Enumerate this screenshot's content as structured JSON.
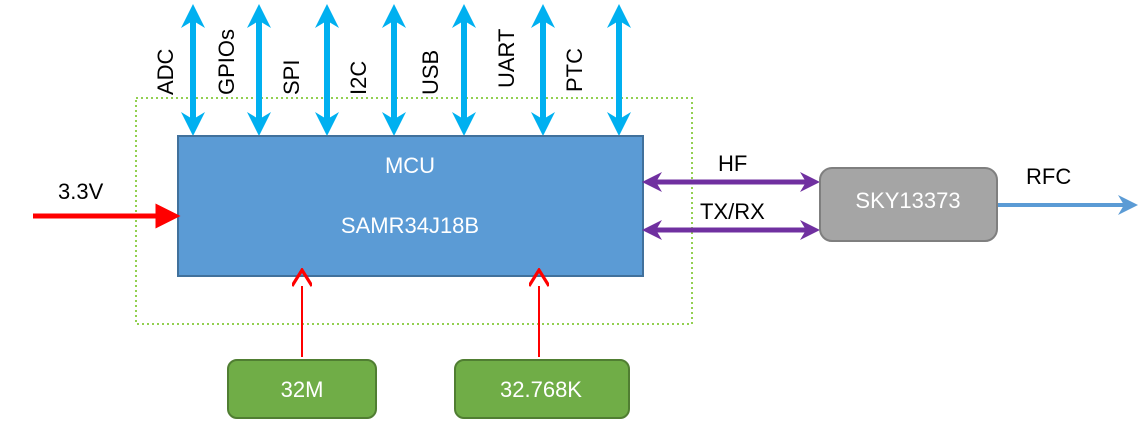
{
  "mcu": {
    "title": "MCU",
    "part": "SAMR34J18B",
    "fill": "#5b9bd5",
    "border": "#41719c"
  },
  "switch": {
    "label": "SKY13373",
    "fill": "#a5a5a5",
    "border": "#7f7f7f"
  },
  "crystals": [
    {
      "label": "32M"
    },
    {
      "label": "32.768K"
    }
  ],
  "crystal_fill": "#70ad47",
  "crystal_border": "#507e32",
  "peripherals": [
    "ADC",
    "GPIOs",
    "SPI",
    "I2C",
    "USB",
    "UART",
    "PTC"
  ],
  "bus_color": "#00b0f0",
  "power": {
    "label": "3.3V",
    "color": "#ff0000"
  },
  "rf_links": [
    {
      "label": "HF"
    },
    {
      "label": "TX/RX"
    }
  ],
  "rf_link_color": "#7030a0",
  "output": {
    "label": "RFC",
    "color": "#5b9bd5"
  },
  "module_outline_color": "#92d050"
}
